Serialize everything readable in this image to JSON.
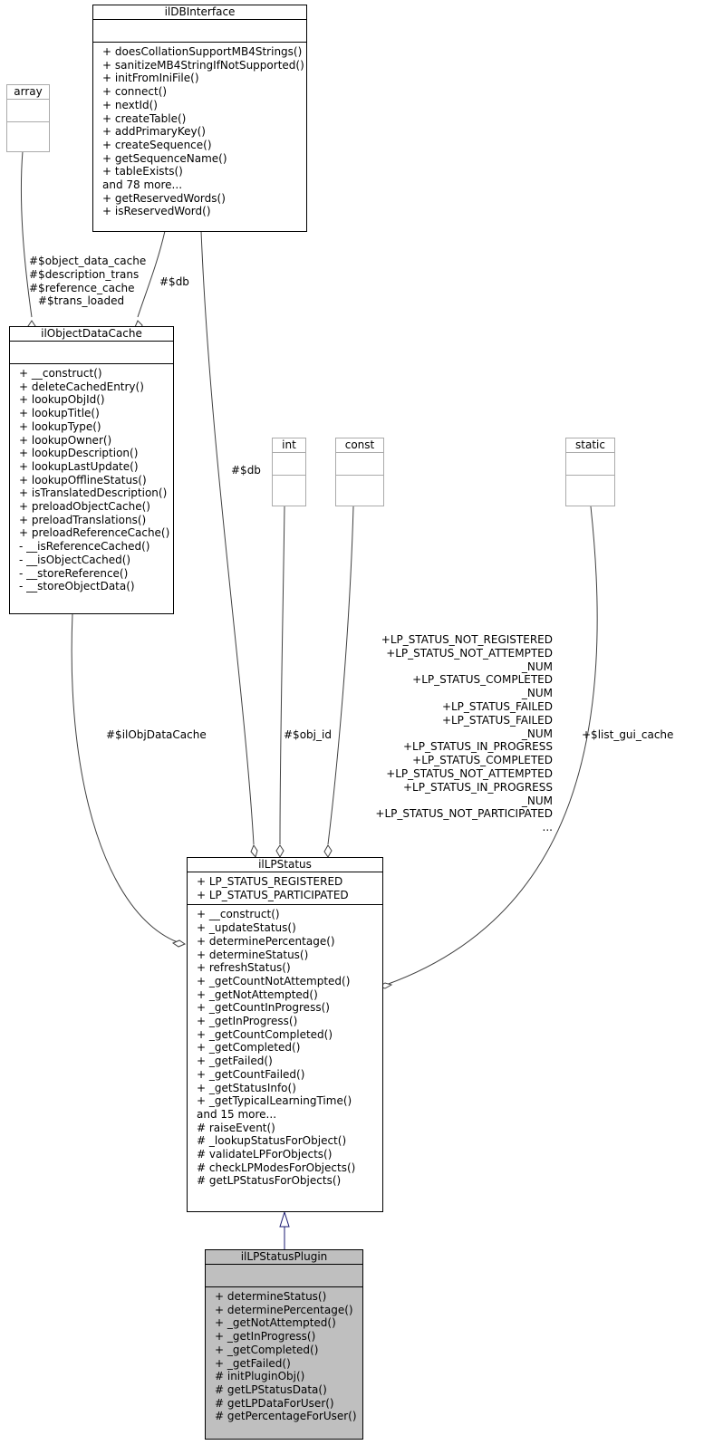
{
  "classes": {
    "ildbinterface": {
      "title": "ilDBInterface",
      "methods": [
        "+ doesCollationSupportMB4Strings()",
        "+ sanitizeMB4StringIfNotSupported()",
        "+ initFromIniFile()",
        "+ connect()",
        "+ nextId()",
        "+ createTable()",
        "+ addPrimaryKey()",
        "+ createSequence()",
        "+ getSequenceName()",
        "+ tableExists()",
        "and 78 more...",
        "+ getReservedWords()",
        "+ isReservedWord()"
      ]
    },
    "array": {
      "title": "array"
    },
    "ilobjectdatacache": {
      "title": "ilObjectDataCache",
      "methods": [
        "+ __construct()",
        "+ deleteCachedEntry()",
        "+ lookupObjId()",
        "+ lookupTitle()",
        "+ lookupType()",
        "+ lookupOwner()",
        "+ lookupDescription()",
        "+ lookupLastUpdate()",
        "+ lookupOfflineStatus()",
        "+ isTranslatedDescription()",
        "+ preloadObjectCache()",
        "+ preloadTranslations()",
        "+ preloadReferenceCache()",
        "- __isReferenceCached()",
        "- __isObjectCached()",
        "- __storeReference()",
        "- __storeObjectData()"
      ]
    },
    "int": {
      "title": "int"
    },
    "const": {
      "title": "const"
    },
    "static": {
      "title": "static"
    },
    "illpstatus": {
      "title": "ilLPStatus",
      "attributes": [
        "+ LP_STATUS_REGISTERED",
        "+ LP_STATUS_PARTICIPATED"
      ],
      "methods": [
        "+ __construct()",
        "+ _updateStatus()",
        "+ determinePercentage()",
        "+ determineStatus()",
        "+ refreshStatus()",
        "+ _getCountNotAttempted()",
        "+ _getNotAttempted()",
        "+ _getCountInProgress()",
        "+ _getInProgress()",
        "+ _getCountCompleted()",
        "+ _getCompleted()",
        "+ _getFailed()",
        "+ _getCountFailed()",
        "+ _getStatusInfo()",
        "+ _getTypicalLearningTime()",
        "and 15 more...",
        "# raiseEvent()",
        "# _lookupStatusForObject()",
        "# validateLPForObjects()",
        "# checkLPModesForObjects()",
        "# getLPStatusForObjects()"
      ]
    },
    "illpstatusplugin": {
      "title": "ilLPStatusPlugin",
      "methods": [
        "+ determineStatus()",
        "+ determinePercentage()",
        "+ _getNotAttempted()",
        "+ _getInProgress()",
        "+ _getCompleted()",
        "+ _getFailed()",
        "# initPluginObj()",
        "# getLPStatusData()",
        "# getLPDataForUser()",
        "# getPercentageForUser()"
      ]
    }
  },
  "labels": {
    "array_cache": [
      "#$object_data_cache",
      "#$description_trans",
      "#$reference_cache",
      "#$trans_loaded"
    ],
    "db_cache": "#$db",
    "db_status": "#$db",
    "cache_status": "#$ilObjDataCache",
    "int_status": "#$obj_id",
    "const_status": [
      "+LP_STATUS_NOT_REGISTERED",
      "+LP_STATUS_NOT_ATTEMPTED",
      "_NUM",
      "+LP_STATUS_COMPLETED",
      "_NUM",
      "+LP_STATUS_FAILED",
      "+LP_STATUS_FAILED",
      "_NUM",
      "+LP_STATUS_IN_PROGRESS",
      "+LP_STATUS_COMPLETED",
      "+LP_STATUS_NOT_ATTEMPTED",
      "+LP_STATUS_IN_PROGRESS",
      "_NUM",
      "+LP_STATUS_NOT_PARTICIPATED",
      "..."
    ],
    "static_status": "+$list_gui_cache"
  }
}
